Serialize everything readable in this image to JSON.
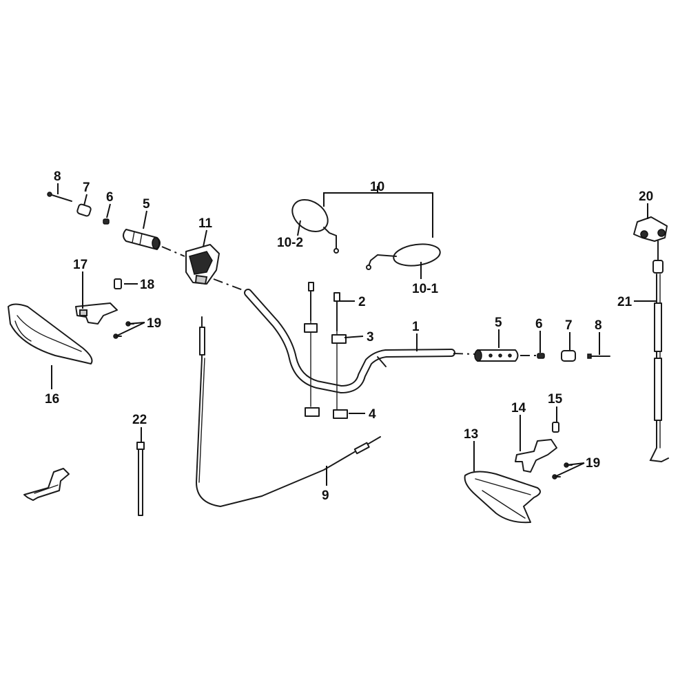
{
  "labels": {
    "p1": "1",
    "p2": "2",
    "p3": "3",
    "p4": "4",
    "p5_left": "5",
    "p5_right": "5",
    "p6_left": "6",
    "p6_right": "6",
    "p7_left": "7",
    "p7_right": "7",
    "p8_left": "8",
    "p8_right": "8",
    "p9": "9",
    "p10": "10",
    "p10_1": "10-1",
    "p10_2": "10-2",
    "p11": "11",
    "p13": "13",
    "p14": "14",
    "p15": "15",
    "p16": "16",
    "p17": "17",
    "p18": "18",
    "p19_left": "19",
    "p19_right": "19",
    "p20": "20",
    "p21": "21",
    "p22": "22"
  },
  "icons": {
    "front_arrow": "front-direction-arrow-icon"
  }
}
